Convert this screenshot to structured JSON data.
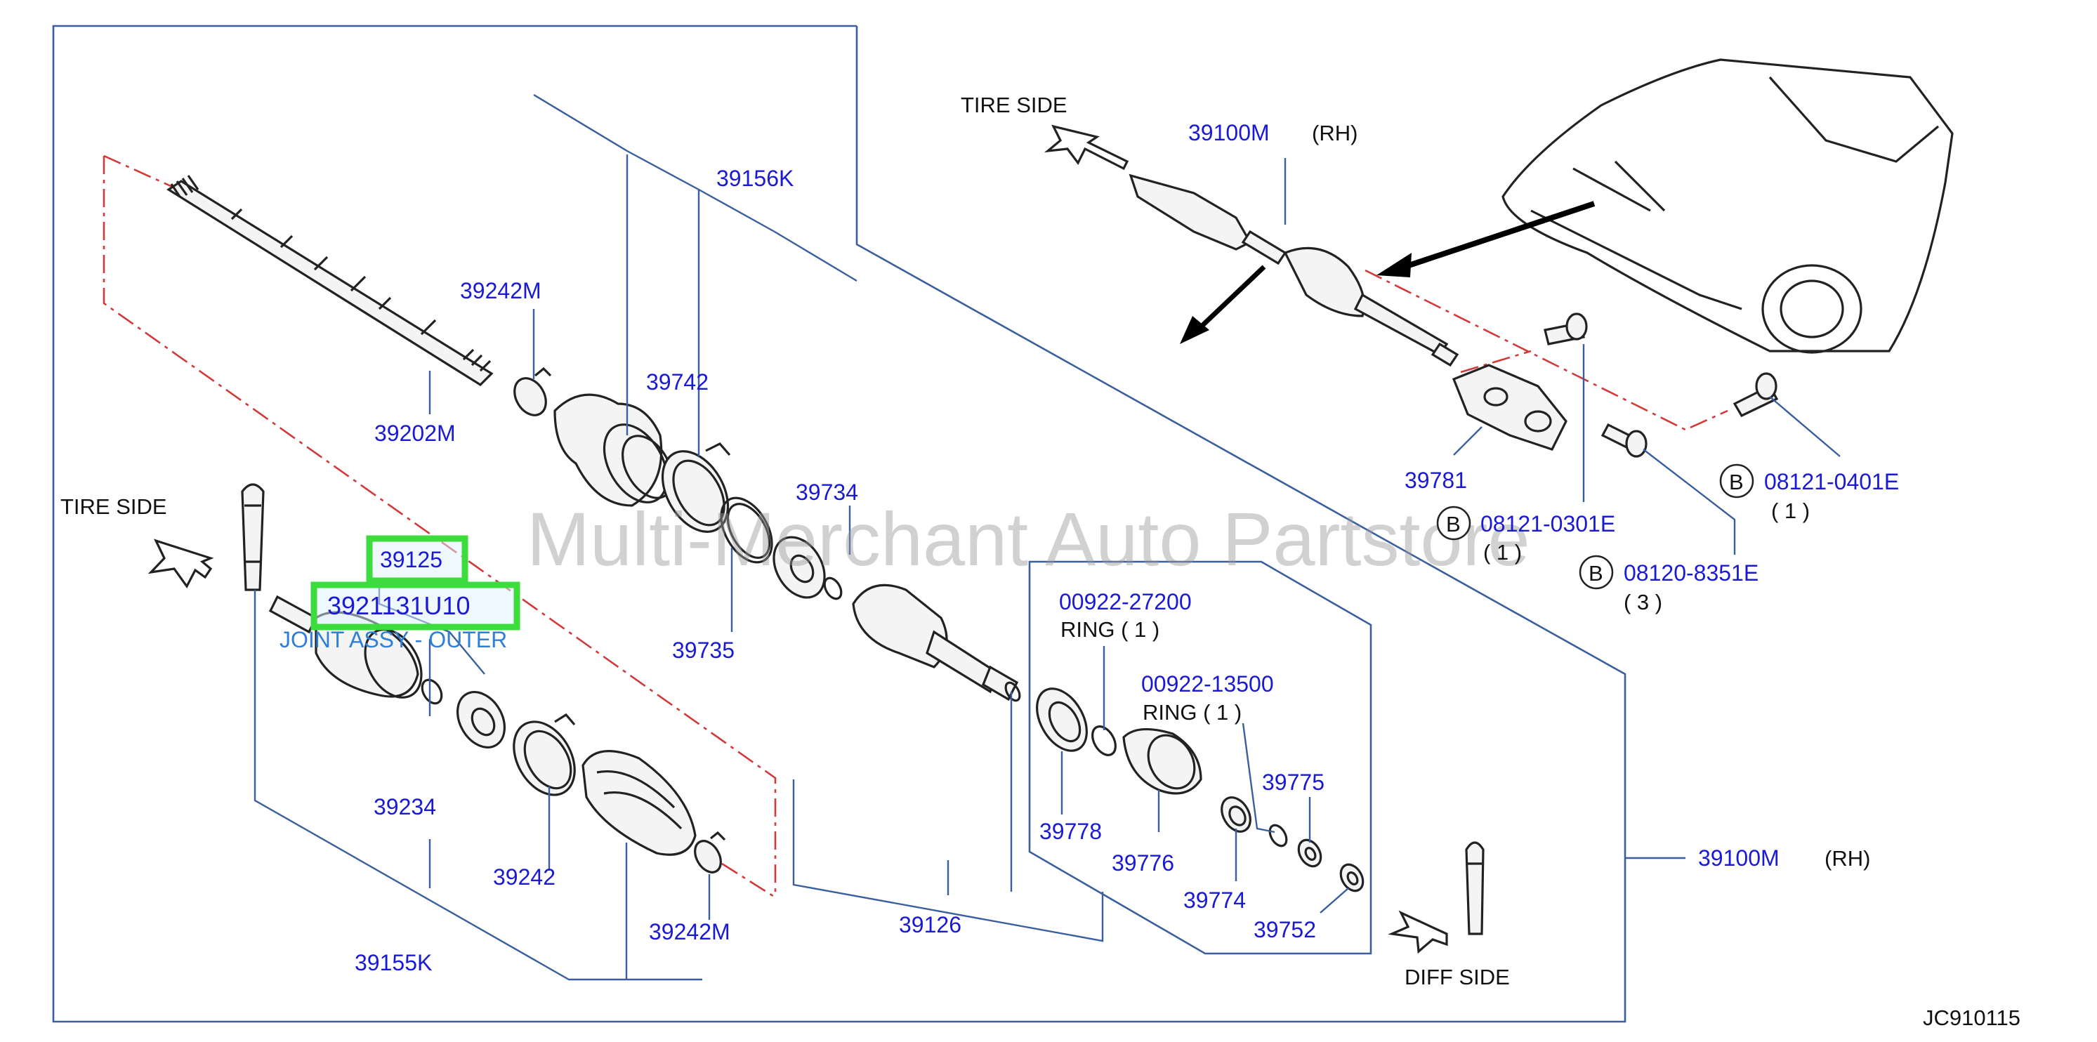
{
  "watermark": "Multi-Merchant Auto Partstore",
  "diagram_code": "JC910115",
  "side_labels": {
    "tire_side_top": "TIRE   SIDE",
    "tire_side_left": "TIRE   SIDE",
    "diff_side": "DIFF   SIDE"
  },
  "parts": {
    "p39100m_top": "39100M",
    "rh_top": "(RH)",
    "p39156k": "39156K",
    "p39242m_top": "39242M",
    "p39742": "39742",
    "p39202m": "39202M",
    "p39734": "39734",
    "p39735": "39735",
    "p39125": "39125",
    "p3921131u10": "3921131U10",
    "joint_desc": "JOINT ASSY - OUTER",
    "p39234": "39234",
    "p39242": "39242",
    "p39242m_bottom": "39242M",
    "p39155k": "39155K",
    "p39126": "39126",
    "p00922_27200": "00922-27200",
    "ring_1a": "RING    ( 1 )",
    "p00922_13500": "00922-13500",
    "ring_1b": "RING    ( 1 )",
    "p39775": "39775",
    "p39778": "39778",
    "p39776": "39776",
    "p39774": "39774",
    "p39752": "39752",
    "p39100m_right": "39100M",
    "rh_right": "(RH)",
    "p39781": "39781",
    "b_symbol_1": "B",
    "p08121_0401e": "08121-0401E",
    "qty_0401e": "(  1   )",
    "b_symbol_2": "B",
    "p08121_0301e": "08121-0301E",
    "qty_0301e": "(  1   )",
    "b_symbol_3": "B",
    "p08120_8351e": "08120-8351E",
    "qty_8351e": "(  3   )"
  },
  "colors": {
    "label_blue": "#1a1ad6",
    "leader_blue": "#3b5f9e",
    "dash_red": "#d23a3a",
    "highlight_green": "#3ddc3d"
  }
}
